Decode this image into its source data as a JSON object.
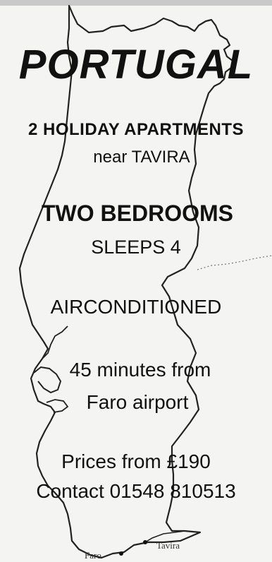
{
  "ad": {
    "title": "PORTUGAL",
    "apartments": "2 HOLIDAY APARTMENTS",
    "location": "near TAVIRA",
    "bedrooms": "TWO BEDROOMS",
    "sleeps": "SLEEPS 4",
    "aircon": "AIRCONDITIONED",
    "distance_line1": "45 minutes from",
    "distance_line2": "Faro airport",
    "prices": "Prices from £190",
    "contact": "Contact 01548 810513"
  },
  "map": {
    "town_faro": "Faro",
    "town_tavira": "Tavira"
  }
}
